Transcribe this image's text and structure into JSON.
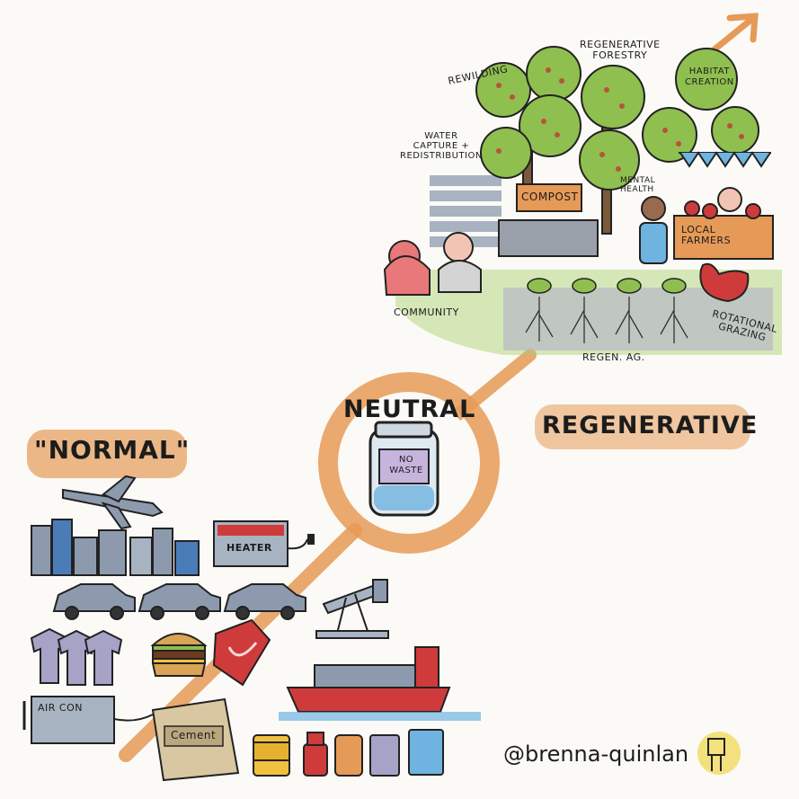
{
  "labels": {
    "normal": "\"NORMAL\"",
    "neutral": "NEUTRAL",
    "regenerative": "REGENERATIVE",
    "no_waste_line1": "NO",
    "no_waste_line2": "WASTE",
    "heater": "HEATER",
    "air_con": "AIR CON",
    "cement": "Cement",
    "compost": "COMPOST",
    "mental_health_line1": "MENTAL",
    "mental_health_line2": "HEALTH",
    "local_farmers_line1": "LOCAL",
    "local_farmers_line2": "FARMERS",
    "rewilding": "REWILDING",
    "regen_forestry_line1": "REGENERATIVE",
    "regen_forestry_line2": "FORESTRY",
    "habitat_line1": "HABITAT",
    "habitat_line2": "CREATION",
    "water_line1": "WATER",
    "water_line2": "CAPTURE +",
    "water_line3": "REDISTRIBUTION",
    "community": "COMMUNITY",
    "regen_ag": "REGEN. AG.",
    "rotational_line1": "ROTATIONAL",
    "rotational_line2": "GRAZING"
  },
  "signature": "@brenna-quinlan",
  "colors": {
    "orange": "#e69a57",
    "green": "#8fbf4f",
    "blue_grey": "#8d9aae",
    "building_blue": "#4a7db8",
    "red": "#cf3b3b",
    "purple": "#a7a3c7"
  },
  "icons": [
    "airplane-icon",
    "city-buildings-icon",
    "heater-icon",
    "car-icon",
    "tshirt-icon",
    "burger-icon",
    "steak-icon",
    "oil-pump-icon",
    "cargo-ship-icon",
    "air-con-icon",
    "cement-bag-icon",
    "can-icon",
    "jar-icon",
    "tree-icon",
    "chicken-icon",
    "person-icon",
    "sprout-icon",
    "arrow-icon",
    "smiley-icon"
  ]
}
